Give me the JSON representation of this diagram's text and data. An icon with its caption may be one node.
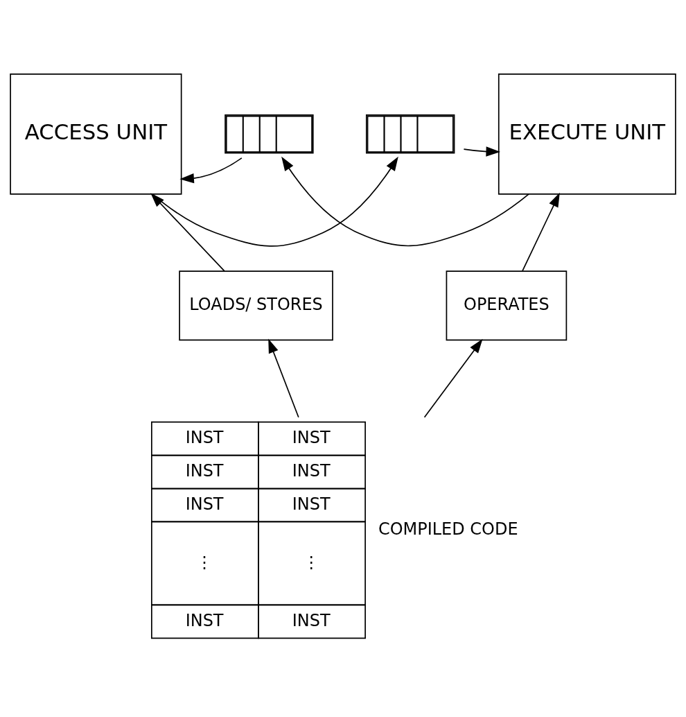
{
  "diagram": {
    "nodes": [
      {
        "text": [
          "ACCESS UNIT"
        ]
      },
      {
        "text": [
          "EXECUTE UNIT"
        ]
      },
      {
        "text": [],
        "shape": "box"
      },
      {
        "text": [],
        "shape": "box"
      },
      {
        "text": [
          "LOADS/ STORES"
        ]
      },
      {
        "text": [
          "OPERATES"
        ]
      },
      {
        "text": [
          "INST",
          "INST",
          "INST",
          "INST",
          "INST",
          "INST",
          "⋮",
          "⋮",
          "INST",
          "INST"
        ],
        "beside": [
          "COMPILED CODE"
        ]
      }
    ],
    "edges": [
      {
        "from": 1,
        "to": 2,
        "arrow": "to"
      },
      {
        "from": 2,
        "to": 0,
        "arrow": "to"
      },
      {
        "from": 0,
        "to": 3,
        "arrow": "to"
      },
      {
        "from": 3,
        "to": 1,
        "arrow": "to"
      },
      {
        "from": 4,
        "to": 0,
        "arrow": "to"
      },
      {
        "from": 5,
        "to": 1,
        "arrow": "to"
      },
      {
        "from": 6,
        "to": 4,
        "arrow": "to"
      },
      {
        "from": 6,
        "to": 5,
        "arrow": "to"
      }
    ]
  }
}
